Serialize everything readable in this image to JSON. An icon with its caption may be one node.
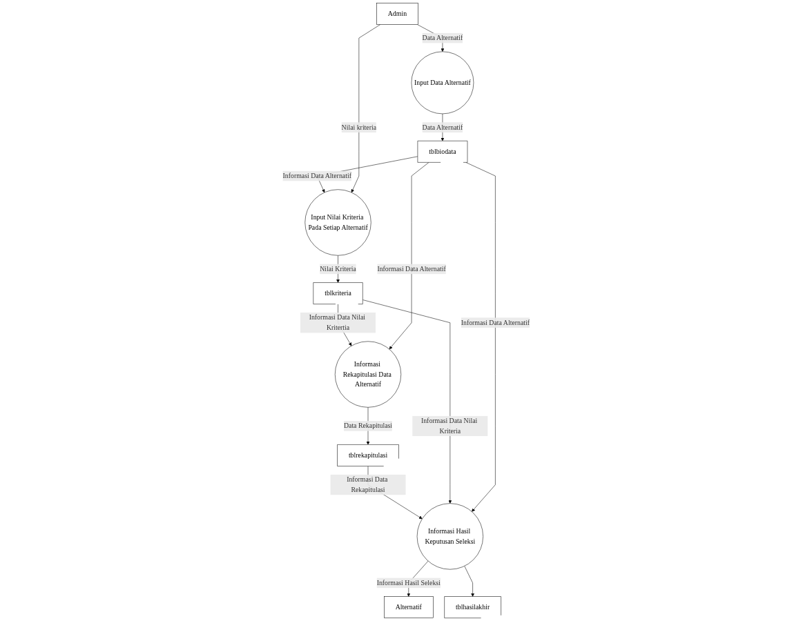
{
  "diagram": {
    "nodes": [
      {
        "text": [
          "Admin"
        ]
      },
      {
        "text": [
          "Input Data Alternatif"
        ]
      },
      {
        "text": [
          "tblbiodata"
        ]
      },
      {
        "text": [
          "Input Nilai Kriteria Pada Setiap Alternatif"
        ]
      },
      {
        "text": [
          "tblkriteria"
        ]
      },
      {
        "text": [
          "Informasi Rekapitulasi Data Alternatif"
        ]
      },
      {
        "text": [
          "tblrekapitulasi"
        ]
      },
      {
        "text": [
          "Alternatif"
        ]
      },
      {
        "text": [
          "Informasi Hasil Keputusan Seleksi"
        ]
      },
      {
        "text": [
          "tblhasilakhir"
        ]
      }
    ],
    "edges": [
      {
        "from": 0,
        "to": 1,
        "arrow": "to",
        "label": "Data Alternatif"
      },
      {
        "from": 1,
        "to": 2,
        "arrow": "to",
        "label": "Data Alternatif"
      },
      {
        "from": 2,
        "to": 3,
        "arrow": "to",
        "label": "Informasi Data Alternatif"
      },
      {
        "from": 0,
        "to": 3,
        "arrow": "to",
        "label": "Nilai kriteria"
      },
      {
        "from": 3,
        "to": 4,
        "arrow": "to",
        "label": "Nilai Kriteria"
      },
      {
        "from": 4,
        "to": 5,
        "arrow": "to",
        "label": "Informasi Data Nilai Kritertia"
      },
      {
        "from": 2,
        "to": 5,
        "arrow": "to",
        "label": "Informasi Data Alternatif"
      },
      {
        "from": 5,
        "to": 6,
        "arrow": "to",
        "label": "Data Rekapitulasi"
      },
      {
        "from": 6,
        "to": 8,
        "arrow": "to",
        "label": "Informasi Data Rekapitulasi"
      },
      {
        "from": 4,
        "to": 8,
        "arrow": "to",
        "label": "Informasi Data Nilai Kriteria"
      },
      {
        "from": 2,
        "to": 8,
        "arrow": "to",
        "label": "Informasi Data Alternatif"
      },
      {
        "from": 8,
        "to": 7,
        "arrow": "to",
        "label": "Informasi Hasil Seleksi"
      },
      {
        "from": 8,
        "to": 9,
        "arrow": "to"
      }
    ]
  }
}
